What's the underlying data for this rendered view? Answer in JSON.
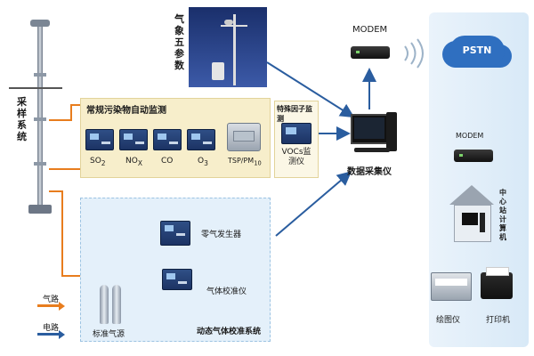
{
  "sampling_system": {
    "label": "采样系统"
  },
  "weather_station": {
    "label": "气象五参数"
  },
  "conventional_panel": {
    "title": "常规污染物自动监测",
    "analyzers": [
      {
        "label": "SO",
        "sub": "2"
      },
      {
        "label": "NO",
        "sub": "X"
      },
      {
        "label": "CO",
        "sub": ""
      },
      {
        "label": "O",
        "sub": "3"
      },
      {
        "label": "TSP/PM",
        "sub": "10"
      }
    ]
  },
  "special_panel": {
    "title": "特殊因子监测",
    "device": "VOCs监测仪"
  },
  "data_collector": {
    "label": "数据采集仪"
  },
  "modem_top": {
    "label": "MODEM"
  },
  "pstn": {
    "label": "PSTN"
  },
  "modem_right": {
    "label": "MODEM"
  },
  "center_computer": {
    "label": "中心站计算机"
  },
  "plotter": {
    "label": "绘图仪"
  },
  "printer": {
    "label": "打印机"
  },
  "calibration_panel": {
    "title": "动态气体校准系统",
    "zero_gas": "零气发生器",
    "calibrator": "气体校准仪",
    "standard_gas": "标准气源"
  },
  "legend": {
    "gas": "气路",
    "electric": "电路"
  },
  "colors": {
    "gas_line": "#e87d1e",
    "electric_line": "#2a5d9f"
  }
}
